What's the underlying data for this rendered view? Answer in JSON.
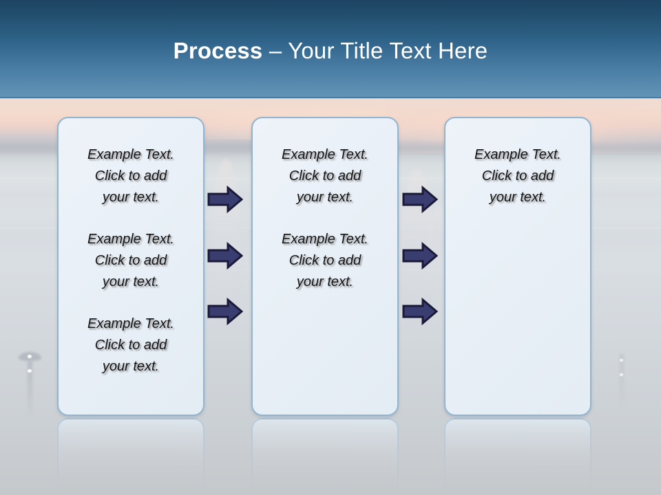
{
  "slide": {
    "title_strong": "Process",
    "title_rest": " – Your Title Text Here",
    "theme": {
      "header_top": "#1d4463",
      "header_bottom": "#6193b6",
      "header_rule": "#4a7a9d",
      "box_fill": "#eaf1f8",
      "box_border": "#92b4d1",
      "arrow_fill": "#3a3d70",
      "arrow_outline": "#1a1a38",
      "title_color": "#ffffff",
      "body_text_color": "#141414"
    }
  },
  "columns": [
    {
      "name": "column-1",
      "blocks": [
        "Example Text.\nClick  to add\nyour text.",
        "Example Text.\nClick  to add\nyour text.",
        "Example Text.\nClick  to add\nyour text."
      ]
    },
    {
      "name": "column-2",
      "blocks": [
        "Example Text.\nClick  to add\nyour text.",
        "Example Text.\nClick  to add\nyour text."
      ]
    },
    {
      "name": "column-3",
      "blocks": [
        "Example Text.\nClick  to add\nyour text."
      ]
    }
  ],
  "connectors": {
    "gap_1": [
      {
        "name": "arrow-right-icon",
        "row": 1
      },
      {
        "name": "arrow-right-icon",
        "row": 2
      },
      {
        "name": "arrow-right-icon",
        "row": 3
      }
    ],
    "gap_2": [
      {
        "name": "arrow-right-icon",
        "row": 1
      },
      {
        "name": "arrow-right-icon",
        "row": 2
      },
      {
        "name": "arrow-right-icon",
        "row": 3
      }
    ]
  },
  "background": {
    "description": "sunset-over-water-photo",
    "sky_color": "#f2dacd",
    "water_color": "#d6dbe0"
  }
}
